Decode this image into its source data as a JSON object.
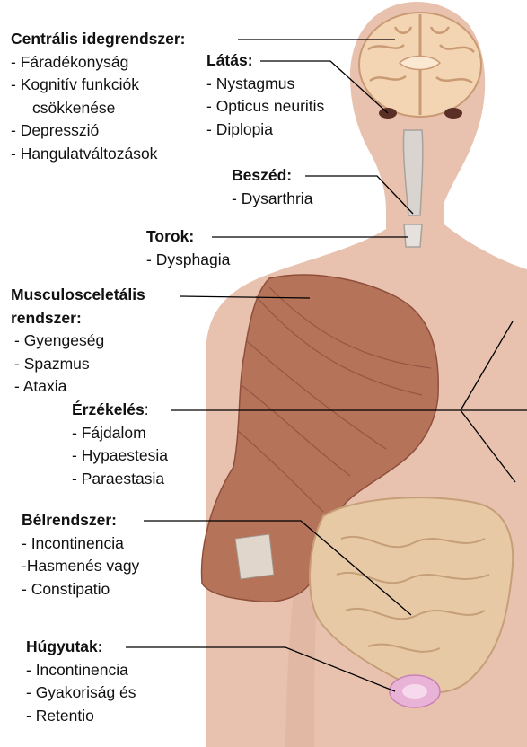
{
  "colors": {
    "skin": "#e8c2ae",
    "muscle": "#b5735a",
    "muscle_dark": "#8e4f3c",
    "intestine": "#e7c9a6",
    "intestine_dark": "#c69f78",
    "brain": "#f3d5b3",
    "bladder": "#e9b3d8",
    "leader_line": "#000000"
  },
  "groups": {
    "cns": {
      "title": "Centrális idegrendszer:",
      "items": [
        "- Fáradékonyság",
        "- Kognitív funkciók",
        "csökkenése",
        "- Depresszió",
        "- Hangulatváltozások"
      ]
    },
    "vision": {
      "title": "Látás:",
      "items": [
        "- Nystagmus",
        "- Opticus neuritis",
        "- Diplopia"
      ]
    },
    "speech": {
      "title": "Beszéd:",
      "items": [
        "- Dysarthria"
      ]
    },
    "throat": {
      "title": "Torok:",
      "items": [
        "- Dysphagia"
      ]
    },
    "musculo": {
      "title_line1": "Musculosceletális",
      "title_line2": "rendszer:",
      "items": [
        "- Gyengeség",
        "- Spazmus",
        "- Ataxia"
      ]
    },
    "sensation": {
      "title": "Érzékelés",
      "suffix": ":",
      "items": [
        "- Fájdalom",
        "- Hypaestesia",
        "- Paraestasia"
      ]
    },
    "bowel": {
      "title": "Bélrendszer:",
      "items": [
        "- Incontinencia",
        "-Hasmenés vagy",
        "- Constipatio"
      ]
    },
    "urinary": {
      "title": "Húgyutak:",
      "items": [
        "- Incontinencia",
        "- Gyakoriság és",
        "- Retentio"
      ]
    }
  }
}
